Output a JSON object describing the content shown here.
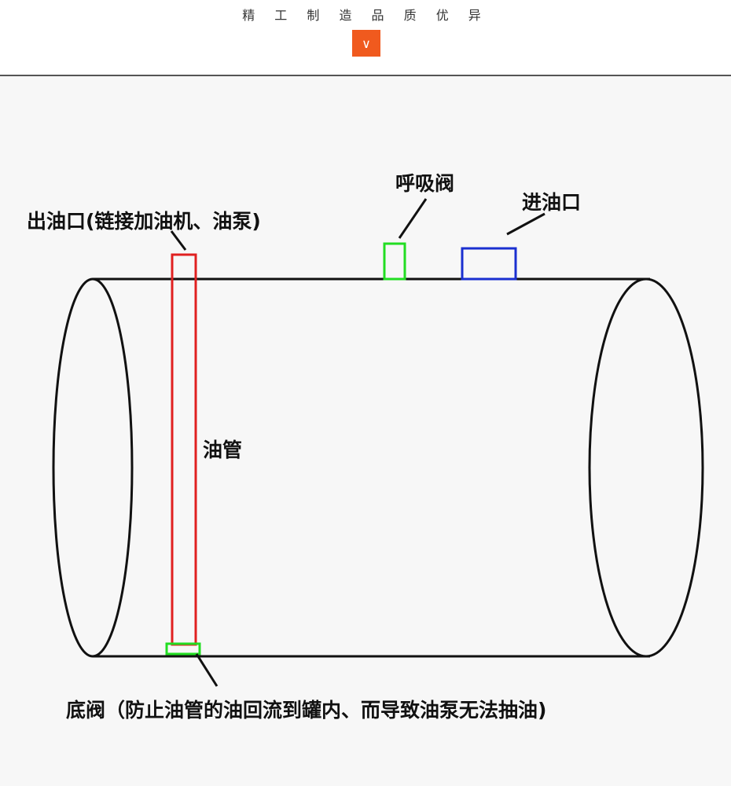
{
  "header": {
    "tagline": "精 工 制 造   品 质 优 异",
    "down_button_label": "∨"
  },
  "diagram": {
    "labels": {
      "outlet": "出油口(链接加油机、油泵)",
      "breather_valve": "呼吸阀",
      "inlet": "进油口",
      "oil_pipe": "油管",
      "bottom_valve": "底阀（防止油管的油回流到罐内、而导致油泵无法抽油)"
    },
    "colors": {
      "outline": "#111111",
      "oil_pipe": "#e02020",
      "breather_valve": "#22dd22",
      "inlet": "#1a2fd0",
      "bottom_valve": "#22dd22",
      "accent": "#f05a1e"
    }
  }
}
